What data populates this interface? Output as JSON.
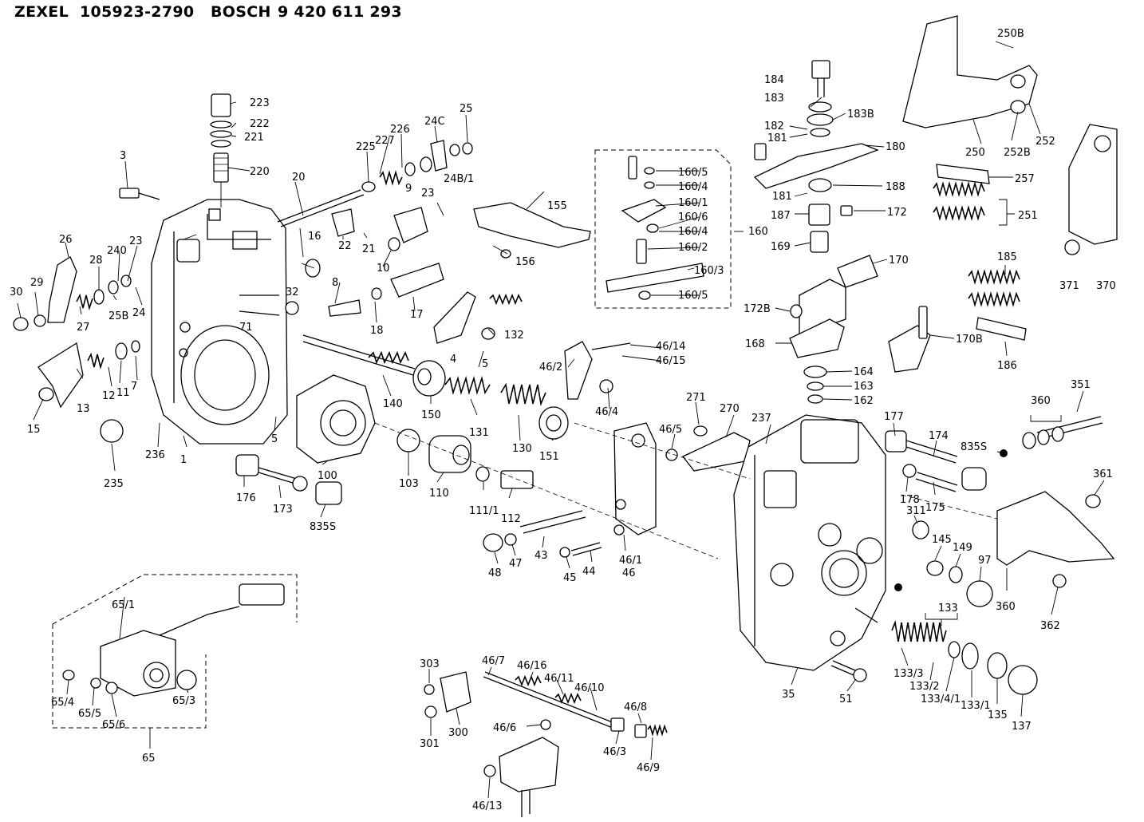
{
  "header": {
    "brand1": "ZEXEL",
    "part1": "105923-2790",
    "brand2": "BOSCH",
    "part2": "9 420 611 293"
  },
  "labels": {
    "p223": "223",
    "p222": "222",
    "p221": "221",
    "p220": "220",
    "p3": "3",
    "p20": "20",
    "p225": "225",
    "p227": "227",
    "p226": "226",
    "p24c": "24C",
    "p25": "25",
    "p248_1": "24B/1",
    "p9": "9",
    "p23a": "23",
    "p16": "16",
    "p22": "22",
    "p21": "21",
    "p10": "10",
    "p32": "32",
    "p8": "8",
    "p18": "18",
    "p17": "17",
    "p26": "26",
    "p28": "28",
    "p240": "240",
    "p23b": "23",
    "p30": "30",
    "p29": "29",
    "p27": "27",
    "p258": "25B",
    "p24": "24",
    "p12": "12",
    "p11": "11",
    "p7": "7",
    "p13": "13",
    "p15": "15",
    "p236": "236",
    "p235": "235",
    "p1": "1",
    "p71": "71",
    "p5a": "5",
    "p100": "100",
    "p176": "176",
    "p173": "173",
    "p835s_a": "835S",
    "p140": "140",
    "p150": "150",
    "p103": "103",
    "p110": "110",
    "p111_1": "111/1",
    "p112": "112",
    "p131": "131",
    "p130": "130",
    "p151": "151",
    "p48": "48",
    "p47": "47",
    "p43": "43",
    "p45": "45",
    "p44": "44",
    "p46_1": "46/1",
    "p46": "46",
    "p155": "155",
    "p156": "156",
    "p132": "132",
    "p4": "4",
    "p5b": "5",
    "p46_2": "46/2",
    "p46_14": "46/14",
    "p46_15": "46/15",
    "p46_4": "46/4",
    "p46_5": "46/5",
    "p271": "271",
    "p270": "270",
    "p237": "237",
    "p160_5a": "160/5",
    "p160_4a": "160/4",
    "p160_1": "160/1",
    "p160_6": "160/6",
    "p160_4b": "160/4",
    "p160": "160",
    "p160_2": "160/2",
    "p160_3": "160/3",
    "p160_5b": "160/5",
    "p184": "184",
    "p183": "183",
    "p183b": "183B",
    "p182": "182",
    "p181a": "181",
    "p180": "180",
    "p181b": "181",
    "p188": "188",
    "p187": "187",
    "p172": "172",
    "p169": "169",
    "p170": "170",
    "p172b": "172B",
    "p168": "168",
    "p170b": "170B",
    "p164": "164",
    "p163": "163",
    "p162": "162",
    "p250b": "250B",
    "p252": "252",
    "p250": "250",
    "p252b": "252B",
    "p257": "257",
    "p251": "251",
    "p370": "370",
    "p371": "371",
    "p185": "185",
    "p186": "186",
    "p351": "351",
    "p360a": "360",
    "p835s_b": "835S",
    "p177": "177",
    "p174": "174",
    "p178": "178",
    "p175": "175",
    "p311": "311",
    "p145": "145",
    "p149": "149",
    "p97": "97",
    "p361": "361",
    "p360b": "360",
    "p362": "362",
    "p133": "133",
    "p133_3": "133/3",
    "p133_2": "133/2",
    "p133_4_1": "133/4/1",
    "p133_1": "133/1",
    "p135": "135",
    "p137": "137",
    "p35": "35",
    "p51": "51",
    "p65_1": "65/1",
    "p65_4": "65/4",
    "p65_5": "65/5",
    "p65_6": "65/6",
    "p65_3": "65/3",
    "p65": "65",
    "p303": "303",
    "p301": "301",
    "p300": "300",
    "p46_7": "46/7",
    "p46_16": "46/16",
    "p46_11": "46/11",
    "p46_10": "46/10",
    "p46_8": "46/8",
    "p46_6": "46/6",
    "p46_3": "46/3",
    "p46_9": "46/9",
    "p46_13": "46/13"
  },
  "colors": {
    "ink": "#000000",
    "paper": "#ffffff"
  }
}
